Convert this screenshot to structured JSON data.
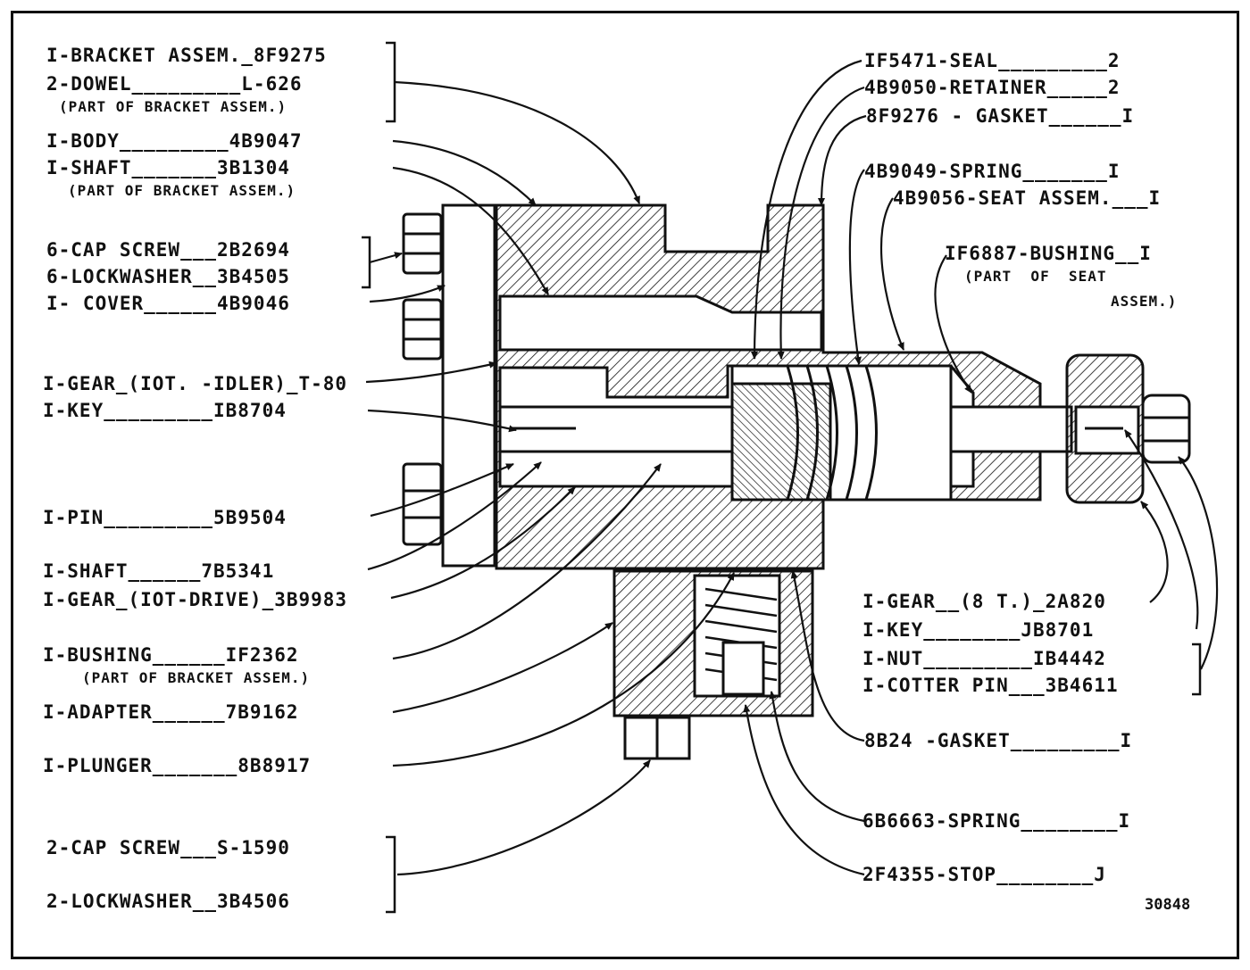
{
  "left_labels": [
    {
      "id": "bracket-assem",
      "text": "I-BRACKET ASSEM._8F9275"
    },
    {
      "id": "dowel",
      "text": "2-DOWEL_________L-626"
    },
    {
      "id": "dowel-note",
      "text": "(PART OF BRACKET ASSEM.)"
    },
    {
      "id": "body",
      "text": "I-BODY_________4B9047"
    },
    {
      "id": "shaft-1",
      "text": "I-SHAFT_______3B1304"
    },
    {
      "id": "shaft-1-note",
      "text": "(PART OF BRACKET ASSEM.)"
    },
    {
      "id": "cap-screw-6",
      "text": "6-CAP SCREW___2B2694"
    },
    {
      "id": "lockwasher-6",
      "text": "6-LOCKWASHER__3B4505"
    },
    {
      "id": "cover",
      "text": "I- COVER______4B9046"
    },
    {
      "id": "gear-idler",
      "text": "I-GEAR_(IOT. -IDLER)_T-80"
    },
    {
      "id": "key-1",
      "text": "I-KEY_________IB8704"
    },
    {
      "id": "pin",
      "text": "I-PIN_________5B9504"
    },
    {
      "id": "shaft-2",
      "text": "I-SHAFT______7B5341"
    },
    {
      "id": "gear-drive",
      "text": "I-GEAR_(IOT-DRIVE)_3B9983"
    },
    {
      "id": "bushing-1",
      "text": "I-BUSHING______IF2362"
    },
    {
      "id": "bushing-1-note",
      "text": "(PART OF BRACKET ASSEM.)"
    },
    {
      "id": "adapter",
      "text": "I-ADAPTER______7B9162"
    },
    {
      "id": "plunger",
      "text": "I-PLUNGER_______8B8917"
    },
    {
      "id": "cap-screw-2",
      "text": "2-CAP SCREW___S-1590"
    },
    {
      "id": "lockwasher-2",
      "text": "2-LOCKWASHER__3B4506"
    }
  ],
  "right_labels": [
    {
      "id": "seal",
      "text": "IF5471-SEAL_________2"
    },
    {
      "id": "retainer",
      "text": "4B9050-RETAINER_____2"
    },
    {
      "id": "gasket-1",
      "text": "8F9276 - GASKET______I"
    },
    {
      "id": "spring-1",
      "text": "4B9049-SPRING_______I"
    },
    {
      "id": "seat-assem",
      "text": "4B9056-SEAT ASSEM.___I"
    },
    {
      "id": "bushing-2",
      "text": "IF6887-BUSHING__I"
    },
    {
      "id": "bushing-2-note-1",
      "text": "(PART  OF  SEAT"
    },
    {
      "id": "bushing-2-note-2",
      "text": "ASSEM.)"
    },
    {
      "id": "gear-8t",
      "text": "I-GEAR__(8 T.)_2A820"
    },
    {
      "id": "key-2",
      "text": "I-KEY________JB8701"
    },
    {
      "id": "nut",
      "text": "I-NUT_________IB4442"
    },
    {
      "id": "cotter-pin",
      "text": "I-COTTER PIN___3B4611"
    },
    {
      "id": "gasket-2",
      "text": "8B24 -GASKET_________I"
    },
    {
      "id": "spring-2",
      "text": "6B6663-SPRING________I"
    },
    {
      "id": "stop",
      "text": "2F4355-STOP________J"
    }
  ],
  "figure_number": "30848",
  "colors": {
    "ink": "#111111",
    "paper": "#ffffff"
  }
}
